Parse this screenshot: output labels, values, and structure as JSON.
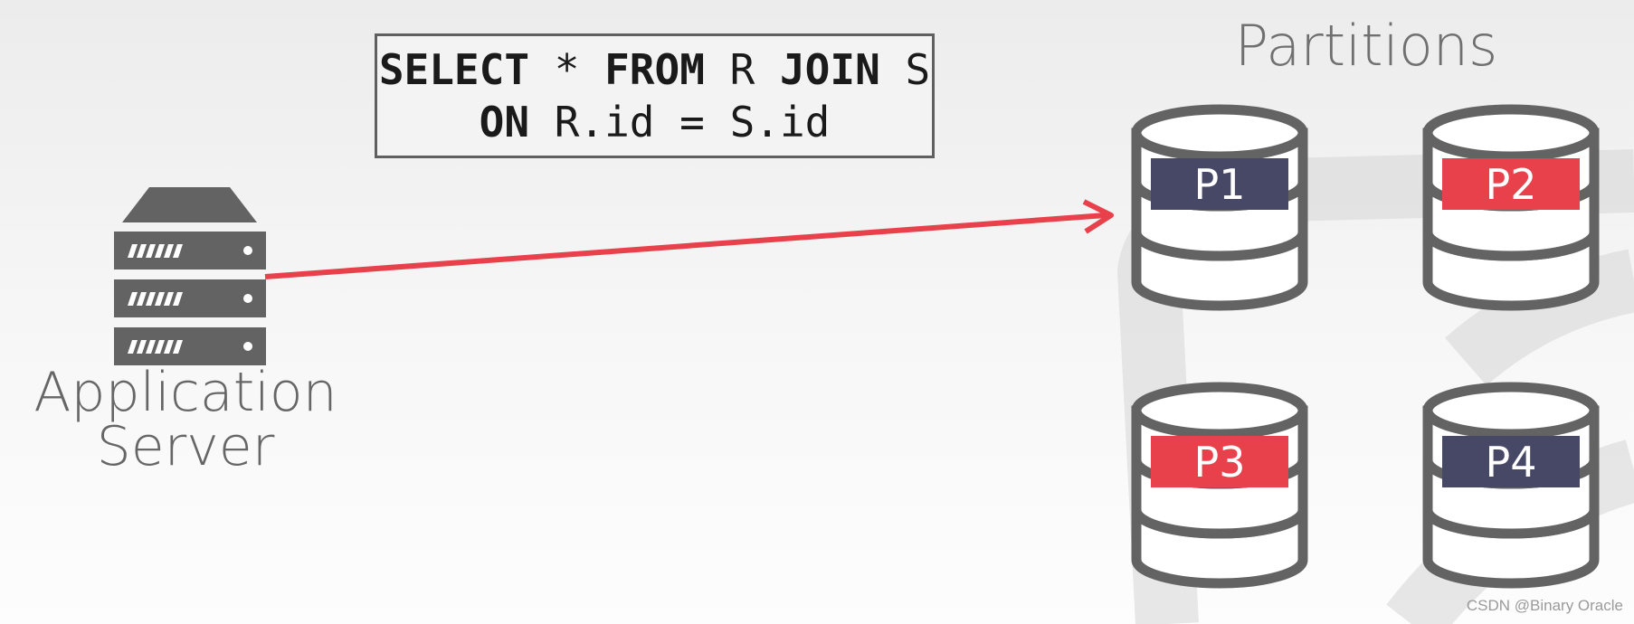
{
  "title": "Partitions",
  "query": {
    "line1": [
      {
        "text": "SELECT",
        "kw": true
      },
      {
        "text": " * ",
        "kw": false
      },
      {
        "text": "FROM",
        "kw": true
      },
      {
        "text": " R ",
        "kw": false
      },
      {
        "text": "JOIN",
        "kw": true
      },
      {
        "text": " S",
        "kw": false
      }
    ],
    "line2": [
      {
        "text": "ON",
        "kw": true
      },
      {
        "text": " R.id = S.id",
        "kw": false
      }
    ]
  },
  "server": {
    "label_line1": "Application",
    "label_line2": "Server",
    "icon": "server-rack-icon"
  },
  "partitions": [
    {
      "label": "P1",
      "color": "#474766"
    },
    {
      "label": "P2",
      "color": "#e8414b"
    },
    {
      "label": "P3",
      "color": "#e8414b"
    },
    {
      "label": "P4",
      "color": "#474766"
    }
  ],
  "colors": {
    "arrow": "#e8414b",
    "icon_gray": "#636363"
  },
  "watermark": "CSDN @Binary Oracle"
}
